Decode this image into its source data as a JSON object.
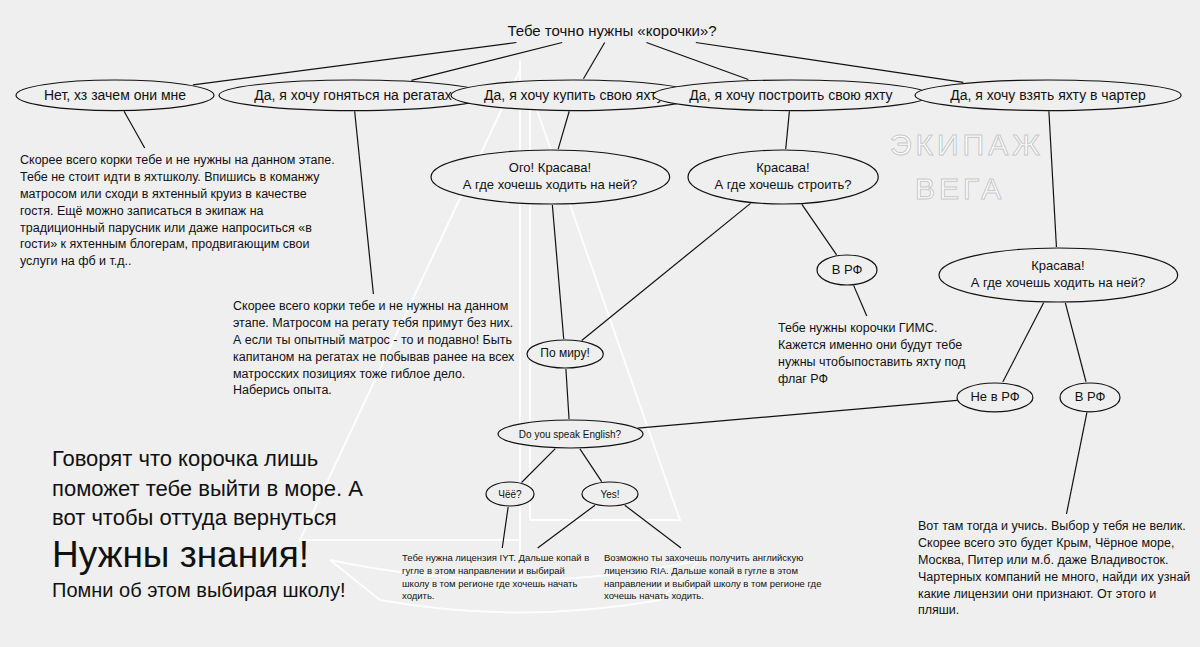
{
  "diagram": {
    "nodes": [
      {
        "text": [
          "Тебе точно нужны «корочки»?"
        ]
      },
      {
        "text": [
          "Нет, хз зачем они мне"
        ]
      },
      {
        "text": [
          "Да, я хочу гоняться на регатах"
        ]
      },
      {
        "text": [
          "Да, я хочу купить свою яхту"
        ]
      },
      {
        "text": [
          "Да, я хочу построить свою яхту"
        ]
      },
      {
        "text": [
          "Да, я хочу взять яхту в чартер"
        ]
      },
      {
        "text": [
          "Скорее всего корки тебе и не нужны на данном этапе. Тебе не стоит идти в яхтшколу. Впишись в команжу матросом или сходи в яхтенный круиз в качестве гостя. Ещё можно записаться в экипаж на традиционный парусник или даже напроситься «в гости» к яхтенным блогерам, продвигающим свои услуги на фб и т.д.."
        ]
      },
      {
        "text": [
          "Ого! Красава!",
          "А где хочешь ходить на ней?"
        ]
      },
      {
        "text": [
          "Красава!",
          "А где хочешь строить?"
        ]
      },
      {
        "text": [
          "В РФ"
        ]
      },
      {
        "text": [
          "Красава!",
          "А где хочешь ходить на ней?"
        ]
      },
      {
        "text": [
          "Скорее всего корки тебе и не нужны на данном этапе. Матросом на регату тебя примут без них. А если ты опытный матрос - то и подавно! Быть капитаном на регатах не побывав ранее на всех матросских позициях тоже гиблое дело. Наберись опыта."
        ]
      },
      {
        "text": [
          "Тебе нужны корочки ГИМС. Кажется именно они будут тебе нужны чтобыпоставить яхту под флаг РФ"
        ]
      },
      {
        "text": [
          "По миру!"
        ]
      },
      {
        "text": [
          "Не в РФ"
        ]
      },
      {
        "text": [
          "В РФ"
        ]
      },
      {
        "text": [
          "Do you speak English?"
        ]
      },
      {
        "text": [
          "Чёё?"
        ]
      },
      {
        "text": [
          "Yes!"
        ]
      },
      {
        "text": [
          "Вот там тогда и учись. Выбор у тебя не велик. Скорее всего это будет Крым, Чёрное море, Москва, Питер или м.б. даже Владивосток. Чартерных компаний не много, найди их узнай какие лицензии они признают. От этого и пляши."
        ]
      },
      {
        "text": [
          "Тебе нужна лицензия IYT. Дальше копай в гугле в этом направлении  и выбирай школу в том регионе где хочешь начать ходить."
        ]
      },
      {
        "text": [
          "Возможно ты захочешь получить английскую лицензию RIA. Дальше копай в гугле в этом направлении  и выбирай школу в том регионе где хочешь начать ходить."
        ]
      }
    ],
    "edges": [
      {
        "from": 0,
        "to": 1,
        "arrow": "none"
      },
      {
        "from": 0,
        "to": 2,
        "arrow": "none"
      },
      {
        "from": 0,
        "to": 3,
        "arrow": "none"
      },
      {
        "from": 0,
        "to": 4,
        "arrow": "none"
      },
      {
        "from": 0,
        "to": 5,
        "arrow": "none"
      },
      {
        "from": 1,
        "to": 6,
        "arrow": "none"
      },
      {
        "from": 2,
        "to": 11,
        "arrow": "none"
      },
      {
        "from": 3,
        "to": 7,
        "arrow": "none"
      },
      {
        "from": 4,
        "to": 8,
        "arrow": "none"
      },
      {
        "from": 5,
        "to": 10,
        "arrow": "none"
      },
      {
        "from": 8,
        "to": 9,
        "arrow": "none"
      },
      {
        "from": 9,
        "to": 12,
        "arrow": "none"
      },
      {
        "from": 7,
        "to": 13,
        "arrow": "none"
      },
      {
        "from": 8,
        "to": 13,
        "arrow": "none"
      },
      {
        "from": 10,
        "to": 14,
        "arrow": "none"
      },
      {
        "from": 10,
        "to": 15,
        "arrow": "none"
      },
      {
        "from": 13,
        "to": 16,
        "arrow": "none"
      },
      {
        "from": 14,
        "to": 16,
        "arrow": "none"
      },
      {
        "from": 15,
        "to": 19,
        "arrow": "none"
      },
      {
        "from": 16,
        "to": 17,
        "arrow": "none"
      },
      {
        "from": 16,
        "to": 18,
        "arrow": "none"
      },
      {
        "from": 17,
        "to": 20,
        "arrow": "none"
      },
      {
        "from": 18,
        "to": 20,
        "arrow": "none"
      },
      {
        "from": 18,
        "to": 21,
        "arrow": "none"
      }
    ],
    "labels": [
      "Говорят что корочка лишь поможет тебе выйти в море. А вот чтобы оттуда вернуться",
      "Нужны знания!",
      "Помни об этом выбирая школу!",
      "ЭКИПАЖ",
      "ВЕГА"
    ]
  }
}
